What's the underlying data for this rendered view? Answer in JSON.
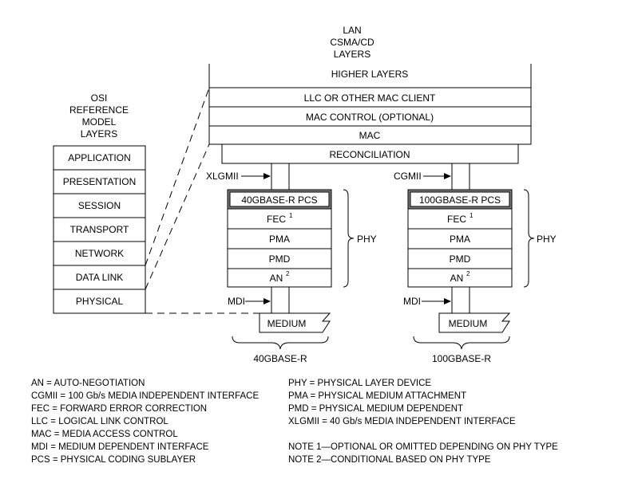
{
  "lan_header": [
    "LAN",
    "CSMA/CD",
    "LAYERS"
  ],
  "osi_header": [
    "OSI",
    "REFERENCE",
    "MODEL",
    "LAYERS"
  ],
  "osi_layers": [
    "APPLICATION",
    "PRESENTATION",
    "SESSION",
    "TRANSPORT",
    "NETWORK",
    "DATA LINK",
    "PHYSICAL"
  ],
  "lan_layers": {
    "higher": "HIGHER LAYERS",
    "llc": "LLC OR OTHER MAC CLIENT",
    "mac_control": "MAC CONTROL (OPTIONAL)",
    "mac": "MAC",
    "reconciliation": "RECONCILIATION"
  },
  "phy_left": {
    "interface": "XLGMII",
    "pcs": "40GBASE-R PCS",
    "fec": "FEC",
    "fec_sup": "1",
    "pma": "PMA",
    "pmd": "PMD",
    "an": "AN",
    "an_sup": "2",
    "phy_label": "PHY",
    "mdi": "MDI",
    "medium": "MEDIUM",
    "name": "40GBASE-R"
  },
  "phy_right": {
    "interface": "CGMII",
    "pcs": "100GBASE-R PCS",
    "fec": "FEC",
    "fec_sup": "1",
    "pma": "PMA",
    "pmd": "PMD",
    "an": "AN",
    "an_sup": "2",
    "phy_label": "PHY",
    "mdi": "MDI",
    "medium": "MEDIUM",
    "name": "100GBASE-R"
  },
  "legend_left": [
    "AN = AUTO-NEGOTIATION",
    "CGMII = 100 Gb/s MEDIA INDEPENDENT INTERFACE",
    "FEC = FORWARD ERROR CORRECTION",
    "LLC = LOGICAL LINK CONTROL",
    "MAC = MEDIA ACCESS CONTROL",
    "MDI = MEDIUM DEPENDENT INTERFACE",
    "PCS = PHYSICAL CODING SUBLAYER"
  ],
  "legend_right": [
    "PHY = PHYSICAL LAYER DEVICE",
    "PMA = PHYSICAL MEDIUM ATTACHMENT",
    "PMD = PHYSICAL MEDIUM DEPENDENT",
    "XLGMII = 40 Gb/s MEDIA INDEPENDENT INTERFACE"
  ],
  "notes": [
    "NOTE 1—OPTIONAL OR OMITTED DEPENDING ON PHY TYPE",
    "NOTE 2—CONDITIONAL BASED ON PHY TYPE"
  ],
  "colors": {
    "pcs_shade": "#7a7a7a"
  }
}
